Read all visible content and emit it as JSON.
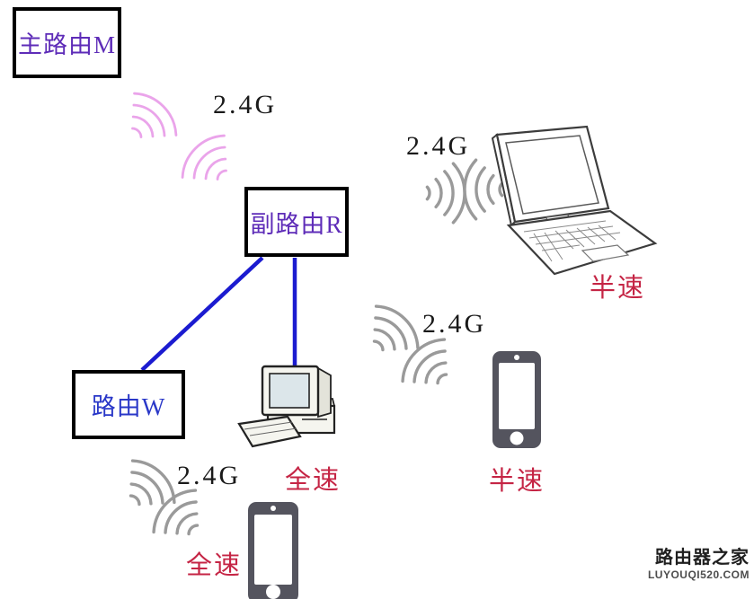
{
  "colors": {
    "router_text_purple": "#5e2cb8",
    "router_w_text_blue": "#2a38c8",
    "link_line_blue": "#1b1bd0",
    "wifi_pink": "#eaa4ea",
    "wifi_gray": "#9a9a9a",
    "speed_text_red": "#c52545",
    "band_text_black": "#1a1a1a"
  },
  "routers": {
    "main": {
      "label": "主路由M"
    },
    "secondary": {
      "label": "副路由R"
    },
    "w": {
      "label": "路由W"
    }
  },
  "wifi": {
    "band_label": "2.4G"
  },
  "devices": {
    "laptop": {
      "type": "laptop",
      "speed_label": "半速"
    },
    "desktop": {
      "type": "desktop-computer",
      "speed_label": "全速"
    },
    "phone_right": {
      "type": "smartphone",
      "speed_label": "半速"
    },
    "phone_bottom": {
      "type": "smartphone",
      "speed_label": "全速"
    }
  },
  "links": [
    {
      "from": "主路由M",
      "to": "副路由R",
      "type": "wireless",
      "band": "2.4G"
    },
    {
      "from": "副路由R",
      "to": "路由W",
      "type": "wired"
    },
    {
      "from": "副路由R",
      "to": "desktop-computer",
      "type": "wired"
    },
    {
      "from": "副路由R",
      "to": "laptop",
      "type": "wireless",
      "band": "2.4G"
    },
    {
      "from": "副路由R",
      "to": "smartphone-right",
      "type": "wireless",
      "band": "2.4G"
    },
    {
      "from": "路由W",
      "to": "smartphone-bottom",
      "type": "wireless",
      "band": "2.4G"
    }
  ],
  "watermark": {
    "site_name": "路由器之家",
    "site_url": "LUYOUQI520.COM"
  }
}
